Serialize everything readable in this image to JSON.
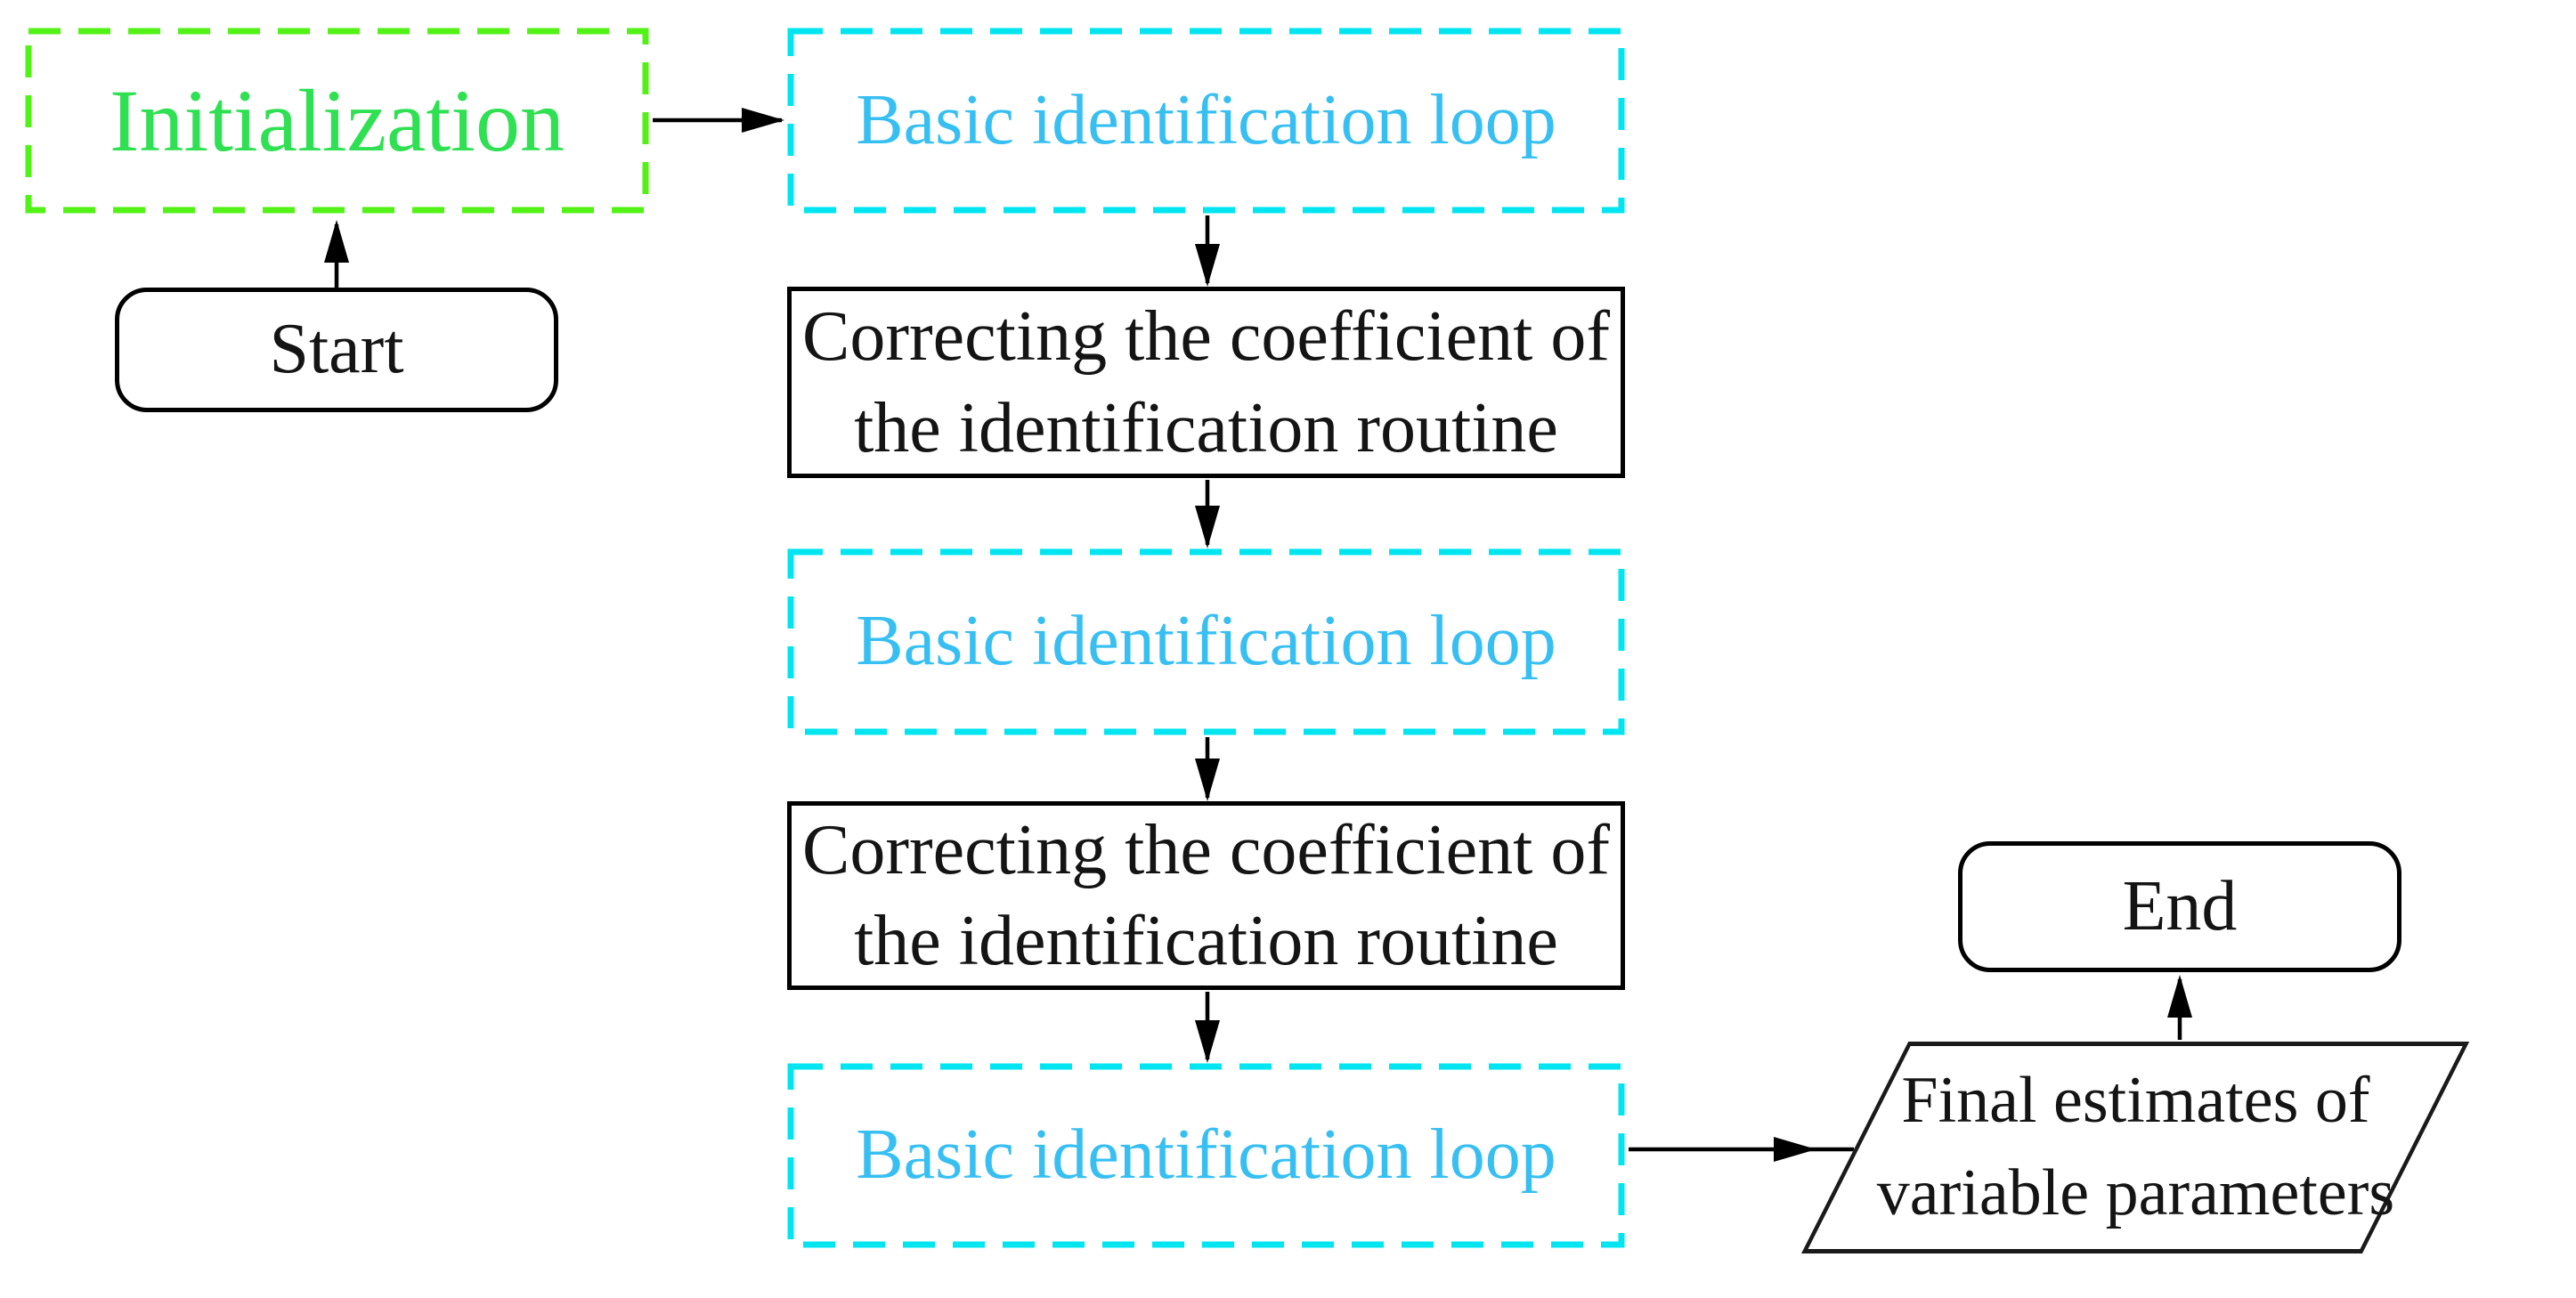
{
  "diagram": {
    "type": "flowchart",
    "colors": {
      "green_border": "#53f217",
      "green_text": "#2fe052",
      "cyan_border": "#00e5f0",
      "cyan_text": "#38bff2",
      "black_line": "#000000",
      "text": "#141414",
      "background": "#ffffff"
    },
    "nodes": [
      {
        "id": "initialization",
        "label": "Initialization",
        "shape": "dashed-rect",
        "color": "green"
      },
      {
        "id": "start",
        "label": "Start",
        "shape": "rounded-rect",
        "color": "black"
      },
      {
        "id": "basic-loop-1",
        "label": "Basic identification loop",
        "shape": "dashed-rect",
        "color": "cyan"
      },
      {
        "id": "correcting-1",
        "label": "Correcting the coefficient of the identification routine",
        "lines": [
          "Correcting the coefficient of",
          "the identification routine"
        ],
        "shape": "rect",
        "color": "black"
      },
      {
        "id": "basic-loop-2",
        "label": "Basic identification loop",
        "shape": "dashed-rect",
        "color": "cyan"
      },
      {
        "id": "correcting-2",
        "label": "Correcting the coefficient of the identification routine",
        "lines": [
          "Correcting the coefficient of",
          "the identification routine"
        ],
        "shape": "rect",
        "color": "black"
      },
      {
        "id": "basic-loop-3",
        "label": "Basic identification loop",
        "shape": "dashed-rect",
        "color": "cyan"
      },
      {
        "id": "final-estimates",
        "label": "Final estimates of variable parameters",
        "lines": [
          "Final estimates of",
          "variable parameters"
        ],
        "shape": "parallelogram",
        "color": "black"
      },
      {
        "id": "end",
        "label": "End",
        "shape": "rounded-rect",
        "color": "black"
      }
    ],
    "edges": [
      {
        "from": "start",
        "to": "initialization",
        "direction": "up"
      },
      {
        "from": "initialization",
        "to": "basic-loop-1",
        "direction": "right"
      },
      {
        "from": "basic-loop-1",
        "to": "correcting-1",
        "direction": "down"
      },
      {
        "from": "correcting-1",
        "to": "basic-loop-2",
        "direction": "down"
      },
      {
        "from": "basic-loop-2",
        "to": "correcting-2",
        "direction": "down"
      },
      {
        "from": "correcting-2",
        "to": "basic-loop-3",
        "direction": "down"
      },
      {
        "from": "basic-loop-3",
        "to": "final-estimates",
        "direction": "right"
      },
      {
        "from": "final-estimates",
        "to": "end",
        "direction": "up"
      }
    ]
  }
}
